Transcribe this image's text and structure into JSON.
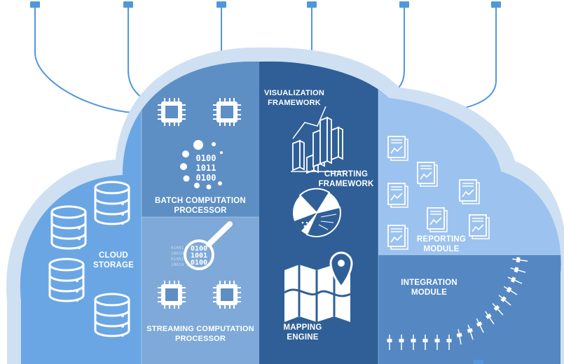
{
  "colors": {
    "cloud_outer": "#cfe0f3",
    "cloud_inner": "#6aa6e4",
    "batch_panel": "#5d8fc4",
    "streaming_panel": "#7ea9d8",
    "center_panel": "#2f5f96",
    "reporting_panel": "#9cc3ef",
    "integration_panel": "#5588c2",
    "connector": "#4f97dc",
    "white": "#ffffff"
  },
  "modules": {
    "cloud_storage": {
      "line1": "CLOUD",
      "line2": "STORAGE",
      "icon": "database-icon"
    },
    "batch": {
      "line1": "BATCH COMPUTATION",
      "line2": "PROCESSOR",
      "binary": [
        "0100",
        "1011",
        "0100"
      ]
    },
    "streaming": {
      "line1": "STREAMING COMPUTATION",
      "line2": "PROCESSOR",
      "binary": [
        "0100",
        "1001",
        "0100"
      ]
    },
    "visualization": {
      "line1": "VISUALIZATION",
      "line2": "FRAMEWORK"
    },
    "charting": {
      "line1": "CHARTING",
      "line2": "FRAMEWORK"
    },
    "mapping": {
      "line1": "MAPPING",
      "line2": "ENGINE"
    },
    "reporting": {
      "line1": "REPORTING",
      "line2": "MODULE"
    },
    "integration": {
      "line1": "INTEGRATION",
      "line2": "MODULE"
    }
  }
}
